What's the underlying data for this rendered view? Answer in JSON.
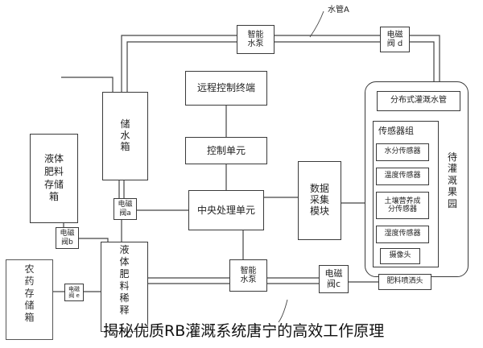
{
  "pipe_label": "水管A",
  "nodes": {
    "pump_top": "智能\n水泵",
    "valve_d": "电磁\n阀 d",
    "water_tank": "储\n水\n箱",
    "valve_a": "电磁\n阀a",
    "remote_terminal": "远程控制终端",
    "control_unit": "控制单元",
    "cpu": "中央处理单元",
    "daq": "数据\n采集\n模块",
    "orchard": "待\n灌\n溉\n果\n园",
    "drip_pipe": "分布式灌溉水管",
    "sensor_group": "传感器组",
    "sensors": [
      "水分传感器",
      "温度传感器",
      "土壤营养成\n分传感器",
      "湿度传感器",
      "摄像头"
    ],
    "liquid_fert_tank": "液体\n肥料\n存储\n箱",
    "valve_b": "电磁\n阀b",
    "dilution_tank": "液\n体\n肥\n料\n稀\n释",
    "pesticide_tank": "农\n药\n存\n储\n箱",
    "valve_e": "电磁\n阀 e",
    "pump_bottom": "智能\n水泵",
    "valve_c": "电磁\n阀c",
    "fert_sprinkler": "肥料喷洒头"
  },
  "watermark": "揭秘优质RB灌溉系统唐宁的高效工作原理"
}
